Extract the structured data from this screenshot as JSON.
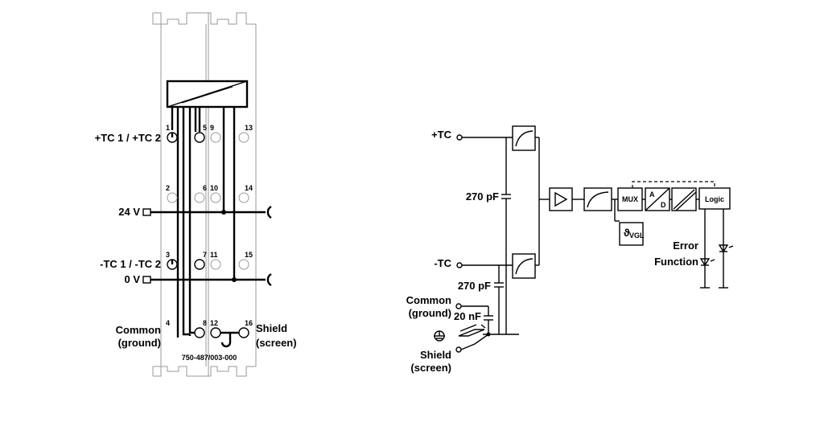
{
  "left": {
    "tc_pos_label": "+TC 1 / +TC 2",
    "v24_label": "24 V",
    "tc_neg_label": "-TC 1 / -TC 2",
    "v0_label": "0 V",
    "common_line1": "Common",
    "common_line2": "(ground)",
    "shield_line1": "Shield",
    "shield_line2": "(screen)",
    "part_number": "750-487/003-000",
    "pins": [
      "1",
      "2",
      "3",
      "4",
      "5",
      "6",
      "7",
      "8",
      "9",
      "10",
      "11",
      "12",
      "13",
      "14",
      "15",
      "16"
    ]
  },
  "right": {
    "tc_pos_label": "+TC",
    "tc_neg_label": "-TC",
    "cap1": "270 pF",
    "cap2": "270 pF",
    "cap3": "20 nF",
    "common_line1": "Common",
    "common_line2": "(ground)",
    "shield_line1": "Shield",
    "shield_line2": "(screen)",
    "mux": "MUX",
    "ad_a": "A",
    "ad_d": "D",
    "logic": "Logic",
    "vgl_theta": "ϑ",
    "vgl_sub": "VGL",
    "error_line1": "Error",
    "error_line2": "Function"
  }
}
